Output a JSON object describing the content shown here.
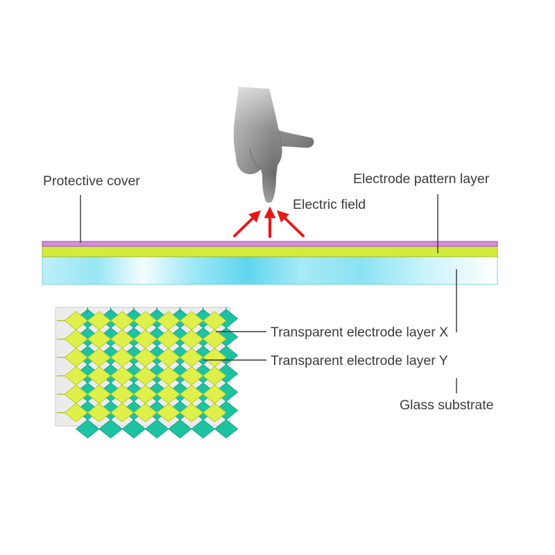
{
  "labels": {
    "protective_cover": "Protective cover",
    "electrode_pattern_layer": "Electrode pattern layer",
    "electric_field": "Electric field",
    "transparent_electrode_x": "Transparent electrode layer X",
    "transparent_electrode_y": "Transparent electrode layer Y",
    "glass_substrate": "Glass substrate"
  },
  "colors": {
    "protective_cover": "#d98ae0",
    "electrode_pattern": "#d2eb3c",
    "glass_light": "#e8fbff",
    "glass_mid": "#b4eff9",
    "glass_bright": "#5fd6ee",
    "electrode_x": "#1dc3a0",
    "electrode_x_stroke": "#0d9e80",
    "electrode_y": "#dff04a",
    "electrode_y_stroke": "#a9c41c",
    "grid_background": "#ececec",
    "hand_dark": "#6e6e6e",
    "hand_light": "#d6d6d6",
    "arrow": "#e81818",
    "leader_line": "#333333",
    "text": "#3a3a3a"
  },
  "icons": {
    "hand": "pointing-hand-icon",
    "arrows": "electric-field-arrows-icon"
  }
}
